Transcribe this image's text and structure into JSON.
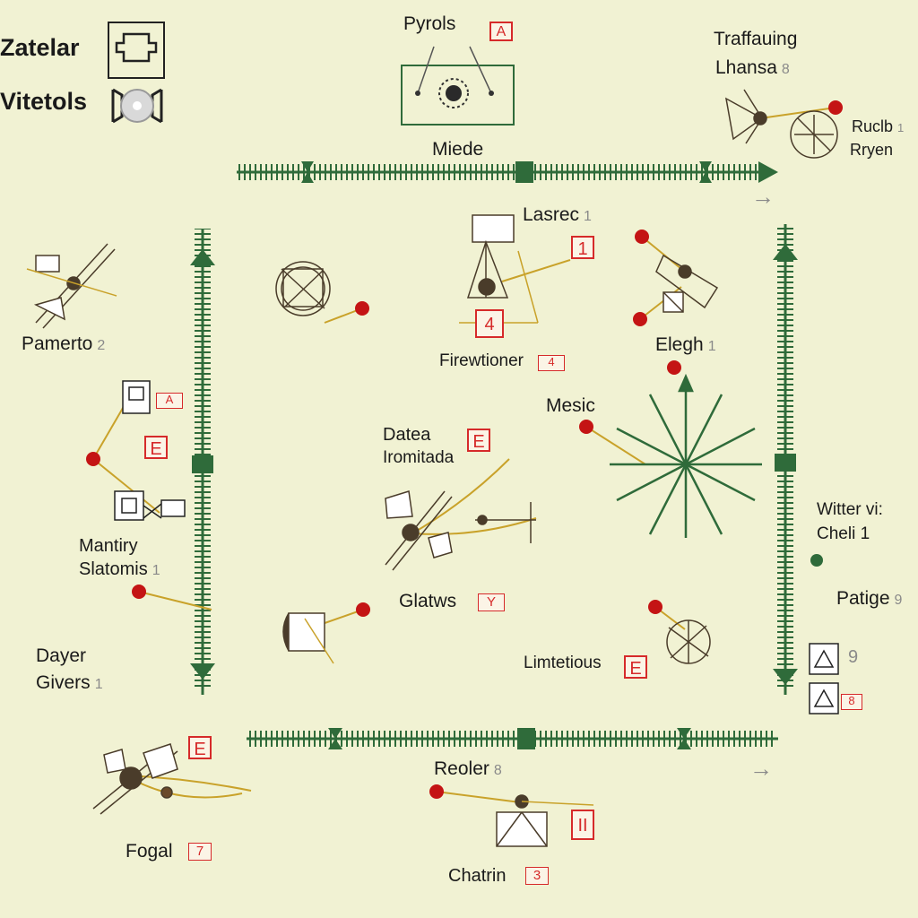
{
  "legend": [
    {
      "label": "Zatelar",
      "icon": "cross-frame-icon"
    },
    {
      "label": "Vitetols",
      "icon": "wheel-frame-icon"
    }
  ],
  "nodes": {
    "pyrols": {
      "label": "Pyrols",
      "badge": "A"
    },
    "traffauing": {
      "line1": "Traffauing",
      "line2": "Lhansa",
      "num": "8"
    },
    "ruclb": {
      "line1": "Ruclb",
      "line2": "Rryen",
      "num": "1"
    },
    "miede": {
      "label": "Miede"
    },
    "lasrec": {
      "label": "Lasrec",
      "num": "1",
      "badge_top": "1",
      "badge_bottom": "4"
    },
    "pamerto": {
      "label": "Pamerto",
      "num": "2"
    },
    "firewtioner": {
      "label": "Firewtioner",
      "badge": "4"
    },
    "elegh": {
      "label": "Elegh",
      "num": "1"
    },
    "mesic": {
      "label": "Mesic"
    },
    "datea": {
      "line1": "Datea",
      "line2": "Iromitada",
      "badge": "E"
    },
    "witter": {
      "line1": "Witter vi:",
      "line2": "Cheli 1"
    },
    "mantiry": {
      "line1": "Mantiry",
      "line2": "Slatomis",
      "num": "1",
      "badge_top": "A",
      "badge_mid": "E"
    },
    "glatws": {
      "label": "Glatws",
      "badge": "Y"
    },
    "patige": {
      "label": "Patige",
      "num": "9",
      "side_num": "9",
      "side_badge": "8"
    },
    "dayer": {
      "line1": "Dayer",
      "line2": "Givers",
      "num": "1"
    },
    "limtetious": {
      "label": "Limtetious",
      "badge": "E"
    },
    "reoler": {
      "label": "Reoler",
      "num": "8",
      "badge": "II"
    },
    "fogal": {
      "label": "Fogal",
      "badge": "7",
      "badge_top": "E"
    },
    "chatrin": {
      "label": "Chatrin",
      "badge": "3"
    }
  },
  "colors": {
    "background": "#f1f2d3",
    "track": "#2f6b3a",
    "dot": "#c41414",
    "link": "#c9a22a",
    "badge": "#d62a2a"
  }
}
